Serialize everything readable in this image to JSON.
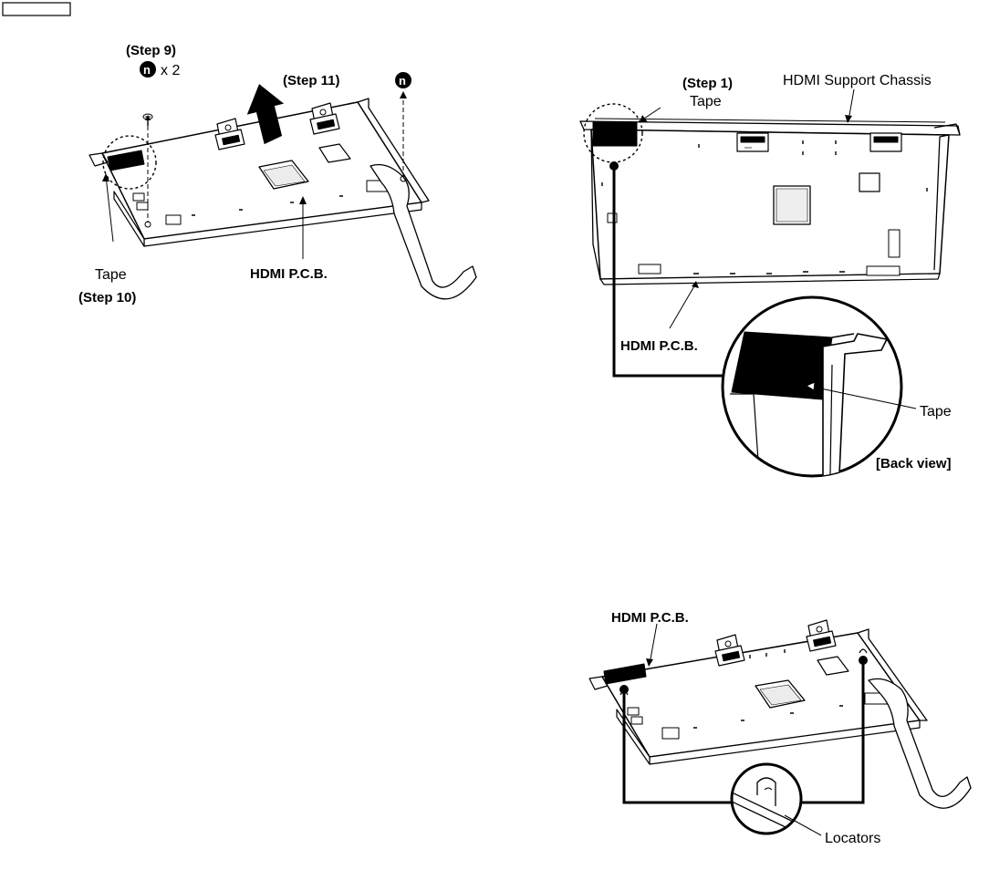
{
  "top_left": {
    "step9_label": "(Step 9)",
    "screw_marker": "n",
    "screw_count": "x 2",
    "step11_label": "(Step 11)",
    "screw_marker_right": "n",
    "tape_label": "Tape",
    "step10_label": "(Step 10)",
    "hdmi_pcb_label": "HDMI P.C.B."
  },
  "top_right": {
    "step1_label": "(Step 1)",
    "tape_label": "Tape",
    "chassis_label": "HDMI Support Chassis",
    "hdmi_pcb_label": "HDMI P.C.B.",
    "zoom_tape_label": "Tape",
    "back_view_label": "[Back view]"
  },
  "bottom_right": {
    "hdmi_pcb_label": "HDMI P.C.B.",
    "locators_label": "Locators"
  }
}
